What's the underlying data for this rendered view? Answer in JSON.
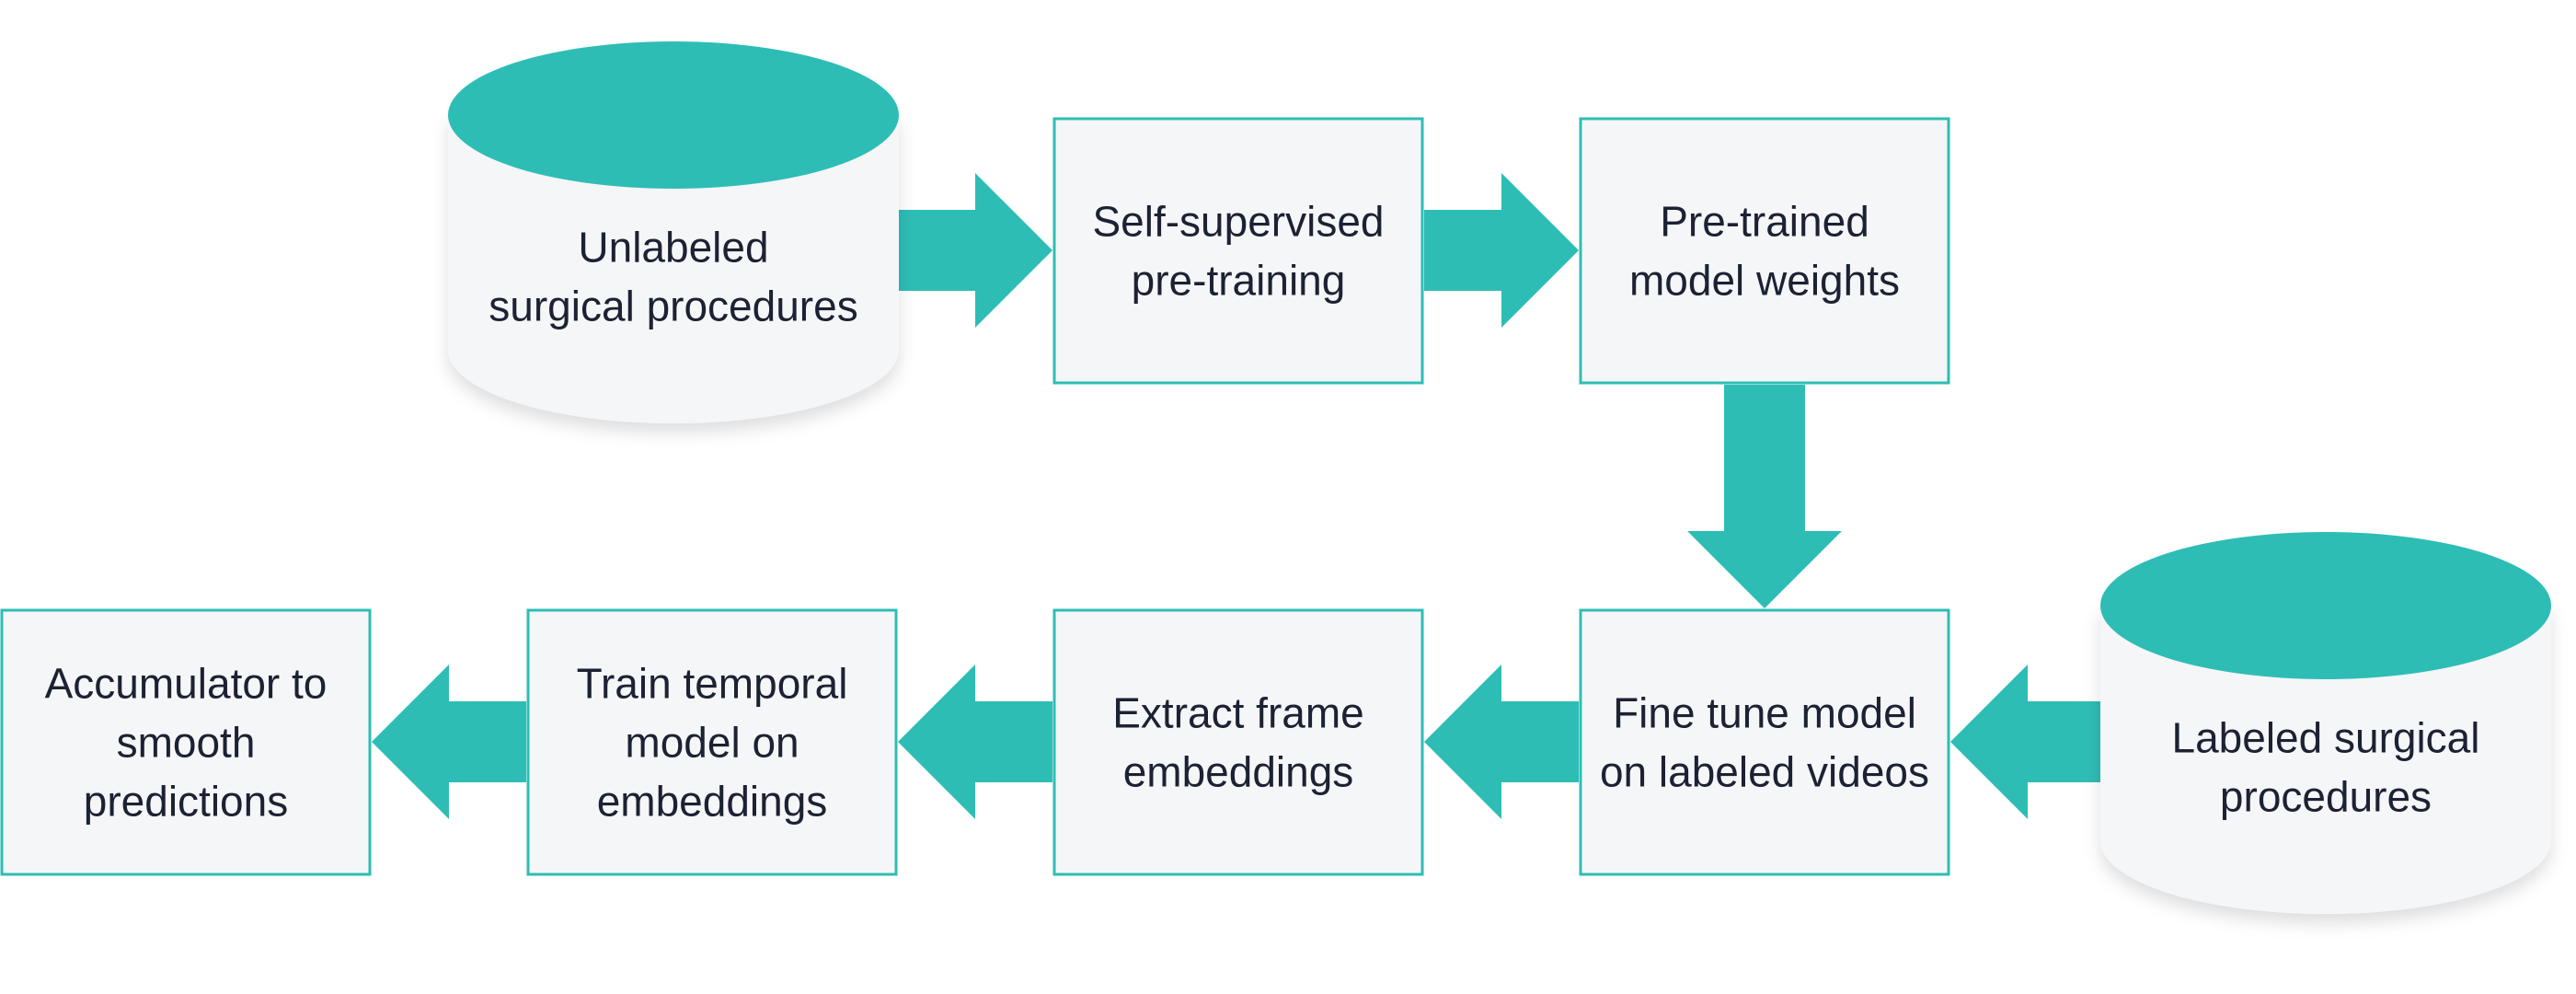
{
  "colors": {
    "accent": "#2ebdb5",
    "box_fill": "#f5f6f8",
    "box_border": "#2ebdb5",
    "cylinder_body": "#f5f6f8",
    "text": "#1c2233"
  },
  "nodes": {
    "unlabeled_data": {
      "lines": [
        "Unlabeled",
        "surgical procedures"
      ]
    },
    "ssl_pretraining": {
      "lines": [
        "Self-supervised",
        "pre-training"
      ]
    },
    "pretrained_weights": {
      "lines": [
        "Pre-trained",
        "model weights"
      ]
    },
    "labeled_data": {
      "lines": [
        "Labeled surgical",
        "procedures"
      ]
    },
    "fine_tune": {
      "lines": [
        "Fine tune model",
        "on labeled videos"
      ]
    },
    "extract_embeddings": {
      "lines": [
        "Extract frame",
        "embeddings"
      ]
    },
    "train_temporal": {
      "lines": [
        "Train temporal",
        "model on",
        "embeddings"
      ]
    },
    "accumulator": {
      "lines": [
        "Accumulator to",
        "smooth",
        "predictions"
      ]
    }
  },
  "edges": [
    {
      "from": "unlabeled_data",
      "to": "ssl_pretraining"
    },
    {
      "from": "ssl_pretraining",
      "to": "pretrained_weights"
    },
    {
      "from": "pretrained_weights",
      "to": "fine_tune"
    },
    {
      "from": "labeled_data",
      "to": "fine_tune"
    },
    {
      "from": "fine_tune",
      "to": "extract_embeddings"
    },
    {
      "from": "extract_embeddings",
      "to": "train_temporal"
    },
    {
      "from": "train_temporal",
      "to": "accumulator"
    }
  ]
}
